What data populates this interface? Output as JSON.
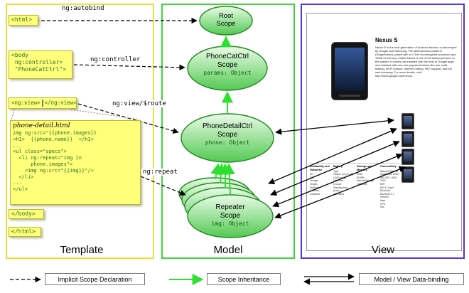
{
  "columns": [
    {
      "label": "Template"
    },
    {
      "label": "Model"
    },
    {
      "label": "View"
    }
  ],
  "template": {
    "html_open": "<html>",
    "body_open": [
      "<body",
      " ng:controller=",
      " \"PhoneCatCtrl\">"
    ],
    "ng_view_open": "<ng:view>",
    "ng_view_close": "</ng:view>",
    "body_close": "</body>",
    "html_close": "</html>",
    "code_box": {
      "title": "phone-detail.html",
      "lines": [
        "img ng:src=\"{{phone.images}}",
        "<h1>  {{phone.name}}  </h1>",
        "...",
        "<ul class=\"specs\">",
        "  <li ng:repeat=\"img in",
        "      phone.images\">",
        "    <img ng:src=\"{{img}}\"/>",
        "  </li>",
        "...",
        "</ul>"
      ]
    }
  },
  "arrow_labels": {
    "autobind": "ng:autobind",
    "controller": "ng:controller",
    "view_route": "ng:view/$route",
    "repeat": "ng:repeat"
  },
  "scopes": {
    "root": {
      "title_line1": "Root",
      "title_line2": "Scope"
    },
    "phonecat": {
      "title_line1": "PhoneCatCtrl",
      "title_line2": "Scope",
      "prop": "params: Object"
    },
    "phonedetail": {
      "title_line1": "PhoneDetailCtrl",
      "title_line2": "Scope",
      "prop": "phone: Object"
    },
    "repeater": {
      "title_line1": "Repeater",
      "title_line2": "Scope",
      "prop": "img: Object"
    }
  },
  "view_page": {
    "title": "Nexus S",
    "description": "Nexus S is the next generation of Android devices, co-developed by Google and Samsung. The latest Android platform (Gingerbread), paired with a 1 GHz Hummingbird processor and 16GB of memory, makes Nexus S one of the fastest phones on the market. It comes pre-installed with the best of Google apps and enabled with new and popular features like true multi-tasking, Wi-Fi hotspot, Internet Calling, NFC support, and full web browsing. For more details, visit http://www.google.com/nexus.",
    "specs": [
      {
        "header": "Availability and Networks",
        "items": [
          "M7,",
          "O2,",
          "Orange,",
          "Singtel,",
          "StarHub,",
          "T-Mobile,",
          "Vodafone"
        ]
      },
      {
        "header": "Battery",
        "items": [
          "Type",
          "Lithium Ion (Li-Ion) (1500 mAh)",
          "Talk Time",
          "6 hours",
          "Standby time (max)",
          "428 hours"
        ]
      },
      {
        "header": "Storage and Memory",
        "items": [
          "RAM",
          "512MB",
          "Internal Storage",
          "16384MB"
        ]
      },
      {
        "header": "Connectivity",
        "items": [
          "Network Support",
          "Quad-band GSM: 850, 900, 1800, 1900",
          "WiFi",
          "802.11 b/g/n",
          "Bluetooth",
          "Bluetooth 2.1",
          "Infrared",
          "false",
          "GPS",
          "true"
        ]
      }
    ]
  },
  "legend": [
    {
      "label": "Implicit Scope Declaration"
    },
    {
      "label": "Scope Inheritance"
    },
    {
      "label": "Model / View Data-binding"
    }
  ],
  "colors": {
    "template_border": "#e6e432",
    "model_border": "#3fd43f",
    "view_border": "#5a35d6",
    "scope_fill_top": "#eafbe7",
    "scope_fill_bottom": "#52c952",
    "inheritance_green": "#2ee02e",
    "code_green": "#267326"
  }
}
